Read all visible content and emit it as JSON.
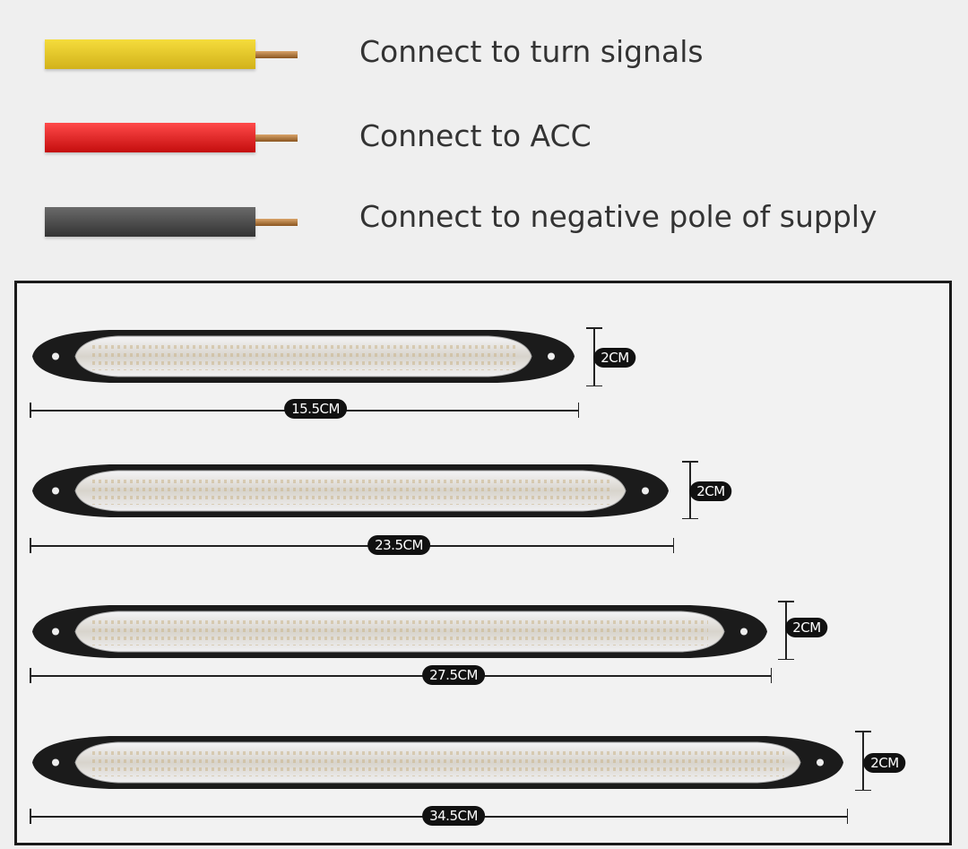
{
  "wiring": [
    {
      "color_name": "yellow",
      "color": "#e6c62a",
      "label": "Connect to turn signals"
    },
    {
      "color_name": "red",
      "color": "#e82020",
      "label": "Connect to ACC"
    },
    {
      "color_name": "black",
      "color": "#4a4a4a",
      "label": "Connect to negative pole of supply"
    }
  ],
  "strips": [
    {
      "length": "15.5CM",
      "height": "2CM"
    },
    {
      "length": "23.5CM",
      "height": "2CM"
    },
    {
      "length": "27.5CM",
      "height": "2CM"
    },
    {
      "length": "34.5CM",
      "height": "2CM"
    }
  ]
}
